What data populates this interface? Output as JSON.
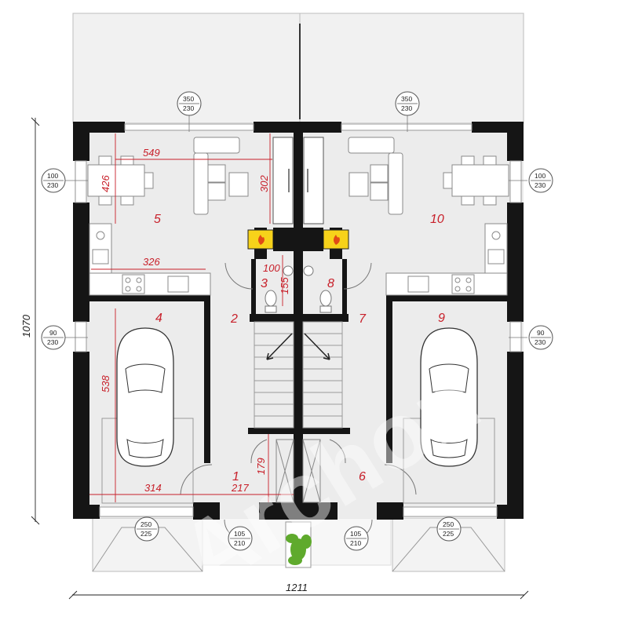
{
  "overall": {
    "width_label": "1211",
    "height_label": "1070"
  },
  "rooms": [
    {
      "id": "room-1",
      "label": "1"
    },
    {
      "id": "room-2",
      "label": "2"
    },
    {
      "id": "room-3",
      "label": "3"
    },
    {
      "id": "room-4",
      "label": "4"
    },
    {
      "id": "room-5",
      "label": "5"
    },
    {
      "id": "room-6",
      "label": "6"
    },
    {
      "id": "room-7",
      "label": "7"
    },
    {
      "id": "room-8",
      "label": "8"
    },
    {
      "id": "room-9",
      "label": "9"
    },
    {
      "id": "room-10",
      "label": "10"
    }
  ],
  "dimensions": [
    "549",
    "426",
    "302",
    "326",
    "100",
    "155",
    "538",
    "179",
    "314",
    "217"
  ],
  "window_tags": [
    {
      "w": "350",
      "h": "230"
    },
    {
      "w": "350",
      "h": "230"
    },
    {
      "w": "100",
      "h": "230"
    },
    {
      "w": "100",
      "h": "230"
    },
    {
      "w": "90",
      "h": "230"
    },
    {
      "w": "90",
      "h": "230"
    },
    {
      "w": "250",
      "h": "225"
    },
    {
      "w": "250",
      "h": "225"
    },
    {
      "w": "105",
      "h": "210"
    },
    {
      "w": "105",
      "h": "210"
    }
  ],
  "watermark": "Archon",
  "colors": {
    "wall": "#151515",
    "floor": "#ececec",
    "terrace": "#f0f0f0",
    "dim": "#c8202a",
    "fire": "#f7d21a",
    "plant": "#5faa2d"
  }
}
